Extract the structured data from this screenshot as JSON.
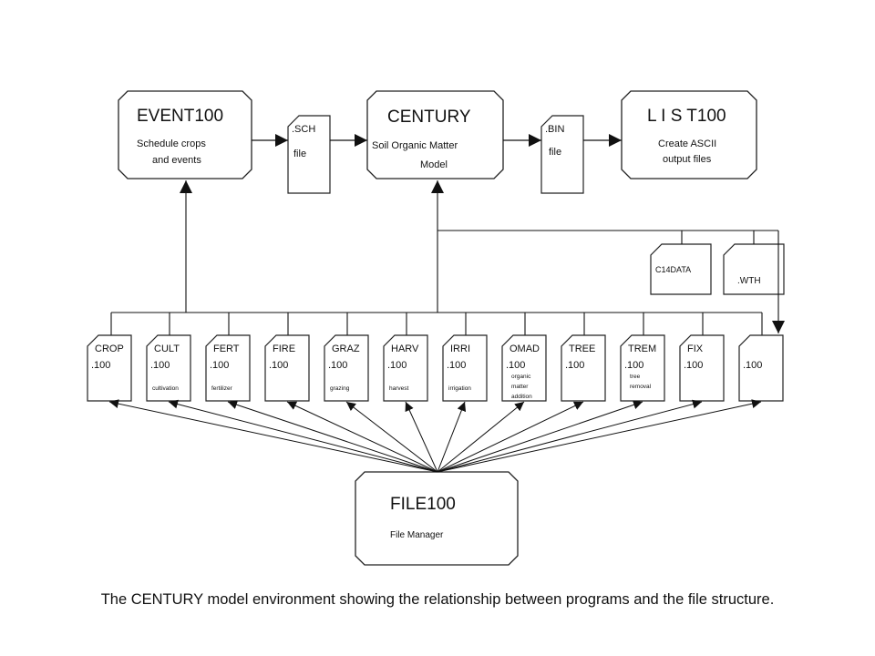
{
  "programs": {
    "event100": {
      "title": "EVENT100",
      "desc_line1": "Schedule crops",
      "desc_line2": "and events"
    },
    "century": {
      "title": "CENTURY",
      "desc_line1": "Soil Organic Matter",
      "desc_line2": "Model"
    },
    "list100": {
      "title": "L I S T100",
      "desc_line1": "Create ASCII",
      "desc_line2": "output files"
    },
    "file100": {
      "title": "FILE100",
      "desc": "File Manager"
    }
  },
  "intermediate_files": {
    "sch": {
      "ext": ".SCH",
      "label": "file"
    },
    "bin": {
      "ext": ".BIN",
      "label": "file"
    },
    "c14data": {
      "label": "C14DATA"
    },
    "wth": {
      "label": ".WTH"
    }
  },
  "parameter_files": [
    {
      "name": "CROP",
      "ext": ".100",
      "notes": []
    },
    {
      "name": "CULT",
      "ext": ".100",
      "notes": [
        "cultivation"
      ]
    },
    {
      "name": "FERT",
      "ext": ".100",
      "notes": [
        "fertilizer"
      ]
    },
    {
      "name": "FIRE",
      "ext": ".100",
      "notes": []
    },
    {
      "name": "GRAZ",
      "ext": ".100",
      "notes": [
        "grazing"
      ]
    },
    {
      "name": "HARV",
      "ext": ".100",
      "notes": [
        "harvest"
      ]
    },
    {
      "name": "IRRI",
      "ext": ".100",
      "notes": [
        "irrigation"
      ]
    },
    {
      "name": "OMAD",
      "ext": ".100",
      "notes": [
        "organic",
        "matter",
        "addition"
      ]
    },
    {
      "name": "TREE",
      "ext": ".100",
      "notes": []
    },
    {
      "name": "TREM",
      "ext": ".100",
      "notes": [
        "tree",
        "removal"
      ]
    },
    {
      "name": "FIX",
      "ext": ".100",
      "notes": []
    },
    {
      "name": "",
      "ext": ".100",
      "notes": []
    }
  ],
  "caption": "The CENTURY model environment showing the relationship between programs and the file structure."
}
